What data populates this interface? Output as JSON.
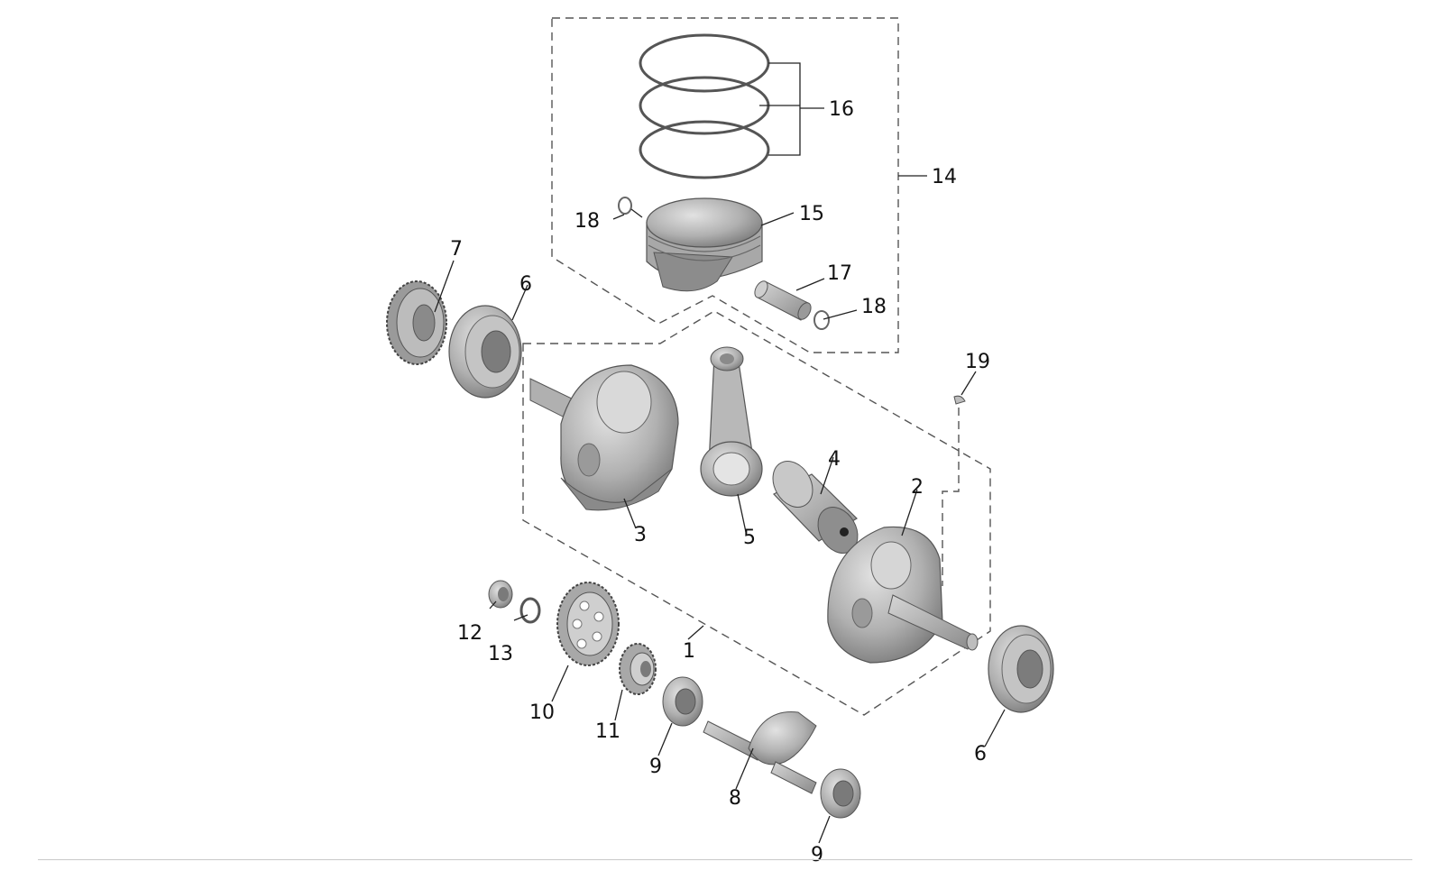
{
  "diagram": {
    "callouts": [
      {
        "id": "c1",
        "text": "1"
      },
      {
        "id": "c2",
        "text": "2"
      },
      {
        "id": "c3",
        "text": "3"
      },
      {
        "id": "c4",
        "text": "4"
      },
      {
        "id": "c5",
        "text": "5"
      },
      {
        "id": "c6a",
        "text": "6"
      },
      {
        "id": "c6b",
        "text": "6"
      },
      {
        "id": "c7",
        "text": "7"
      },
      {
        "id": "c8",
        "text": "8"
      },
      {
        "id": "c9a",
        "text": "9"
      },
      {
        "id": "c9b",
        "text": "9"
      },
      {
        "id": "c10",
        "text": "10"
      },
      {
        "id": "c11",
        "text": "11"
      },
      {
        "id": "c12",
        "text": "12"
      },
      {
        "id": "c13",
        "text": "13"
      },
      {
        "id": "c14",
        "text": "14"
      },
      {
        "id": "c15",
        "text": "15"
      },
      {
        "id": "c16",
        "text": "16"
      },
      {
        "id": "c17",
        "text": "17"
      },
      {
        "id": "c18a",
        "text": "18"
      },
      {
        "id": "c18b",
        "text": "18"
      },
      {
        "id": "c19",
        "text": "19"
      }
    ],
    "colors": {
      "part_fill": "#b4b4b4",
      "part_dark": "#7a7a7a",
      "part_light": "#dcdcdc",
      "line": "#222222"
    }
  }
}
